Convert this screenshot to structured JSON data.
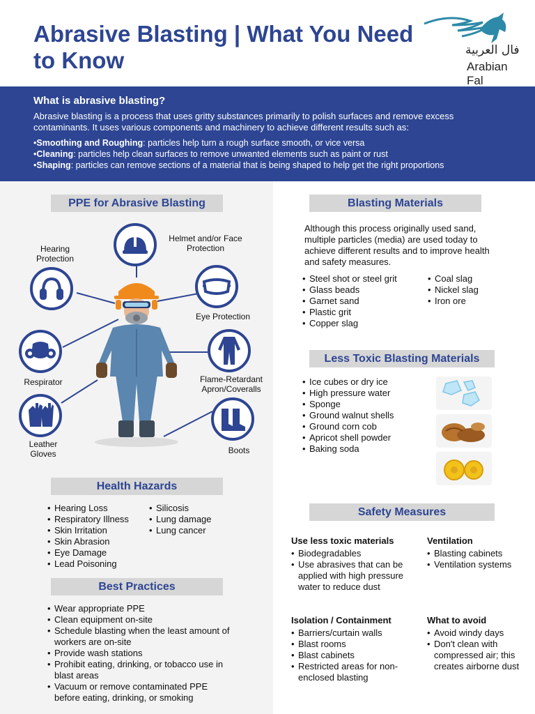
{
  "header": {
    "title": "Abrasive Blasting | What You Need to Know",
    "logo_arabic": "فال العربية",
    "logo_english": "Arabian Fal"
  },
  "intro": {
    "heading": "What is abrasive blasting?",
    "paragraph": "Abrasive blasting is a process that uses gritty substances primarily to polish surfaces and remove excess contaminants. It uses various components and machinery to achieve different results such as:",
    "items": [
      {
        "term": "Smoothing and Roughing",
        "text": ": particles help turn a rough surface smooth, or vice versa"
      },
      {
        "term": "Cleaning",
        "text": ": particles help clean surfaces to remove unwanted elements such as paint or rust"
      },
      {
        "term": "Shaping",
        "text": ": particles can remove sections of a material that is being shaped to help get the right proportions"
      }
    ]
  },
  "ppe": {
    "title": "PPE for Abrasive Blasting",
    "labels": {
      "hearing": "Hearing Protection",
      "helmet": "Helmet and/or Face Protection",
      "eye": "Eye Protection",
      "respirator": "Respirator",
      "coveralls": "Flame-Retardant Apron/Coveralls",
      "gloves": "Leather Gloves",
      "boots": "Boots"
    }
  },
  "health_hazards": {
    "title": "Health Hazards",
    "col1": [
      "Hearing Loss",
      "Respiratory Illness",
      "Skin Irritation",
      "Skin Abrasion",
      "Eye Damage",
      "Lead Poisoning"
    ],
    "col2": [
      "Silicosis",
      "Lung damage",
      "Lung cancer"
    ]
  },
  "best_practices": {
    "title": "Best Practices",
    "items": [
      "Wear appropriate PPE",
      "Clean equipment on-site",
      "Schedule blasting when the least amount of workers are on-site",
      "Provide wash stations",
      "Prohibit eating, drinking, or tobacco use in blast areas",
      "Vacuum or remove contaminated PPE before eating, drinking, or smoking"
    ]
  },
  "blasting_materials": {
    "title": "Blasting Materials",
    "paragraph": "Although this process originally used sand, multiple particles (media) are used today to achieve different results and to improve health and safety measures.",
    "col1": [
      "Steel shot or steel grit",
      "Glass beads",
      "Garnet sand",
      "Plastic grit",
      "Copper slag"
    ],
    "col2": [
      "Coal slag",
      "Nickel slag",
      "Iron ore"
    ]
  },
  "less_toxic": {
    "title": "Less Toxic Blasting Materials",
    "items": [
      "Ice cubes or dry ice",
      "High pressure water",
      "Sponge",
      "Ground walnut shells",
      "Ground corn cob",
      "Apricot shell powder",
      "Baking soda"
    ]
  },
  "safety": {
    "title": "Safety Measures",
    "less_toxic": {
      "heading": "Use less toxic materials",
      "items": [
        "Biodegradables",
        "Use abrasives that can be applied with high pressure water to reduce dust"
      ]
    },
    "ventilation": {
      "heading": "Ventilation",
      "items": [
        "Blasting cabinets",
        "Ventilation systems"
      ]
    },
    "isolation": {
      "heading": "Isolation / Containment",
      "items": [
        "Barriers/curtain walls",
        "Blast rooms",
        "Blast cabinets",
        "Restricted areas for non-enclosed blasting"
      ]
    },
    "avoid": {
      "heading": "What to avoid",
      "items": [
        "Avoid windy days",
        "Don't clean with compressed air; this creates airborne dust"
      ]
    }
  },
  "colors": {
    "brand": "#2d4592",
    "panel": "#f3f3f3",
    "title_bar": "#d6d6d6",
    "figure_suit": "#5b86b0",
    "helmet": "#f08a1c"
  }
}
